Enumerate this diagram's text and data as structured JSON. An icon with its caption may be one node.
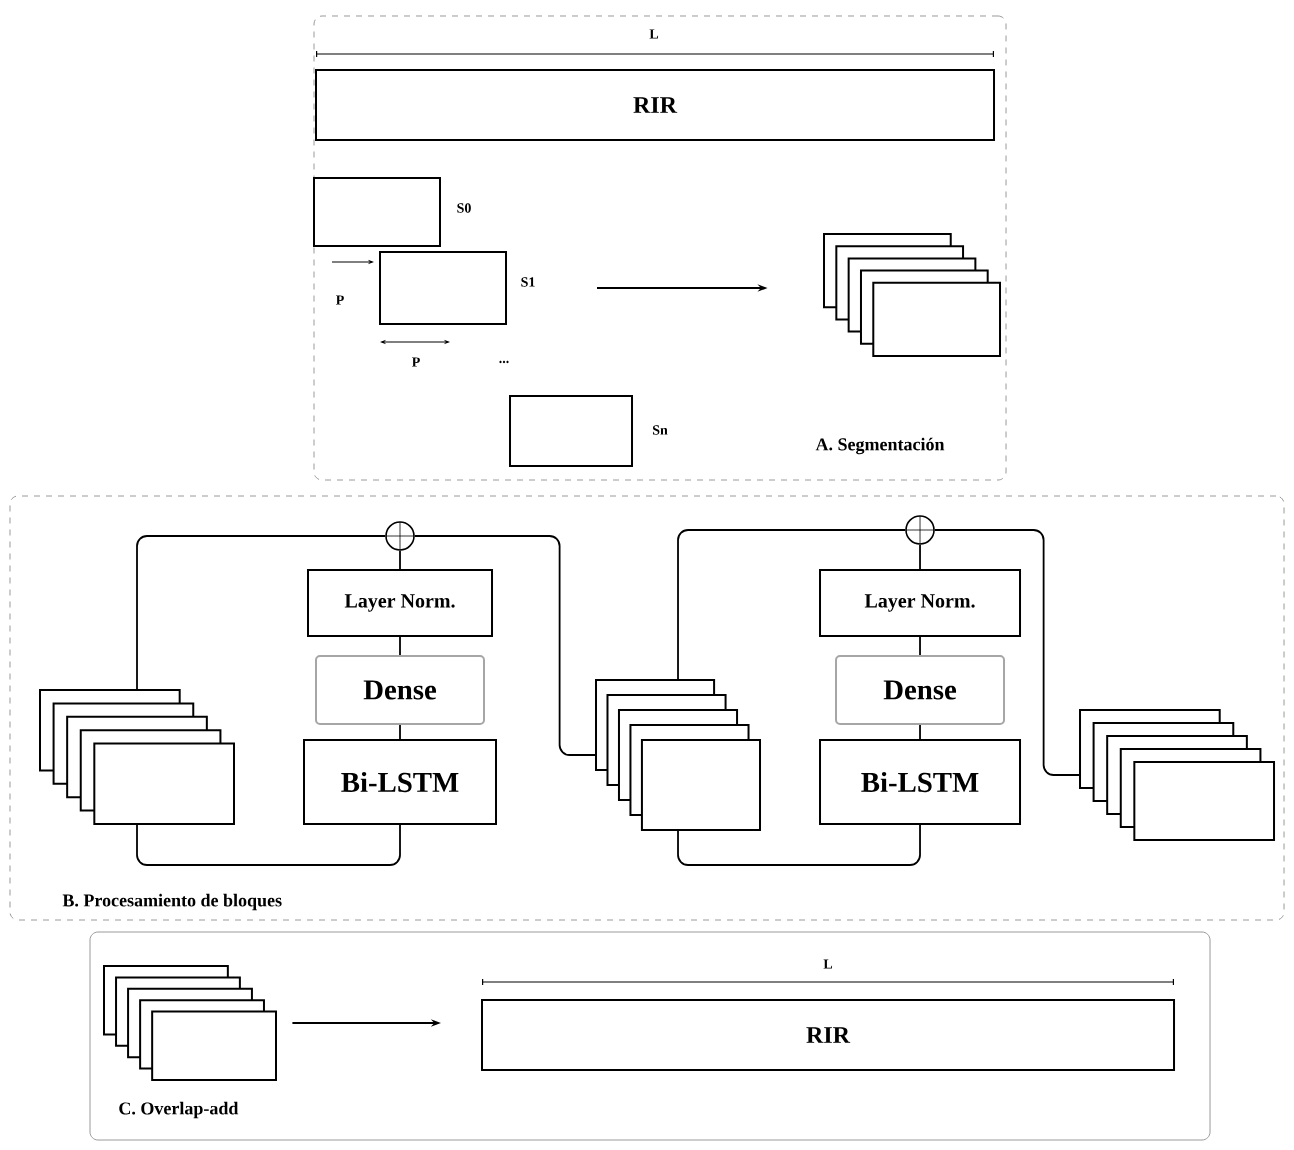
{
  "diagram": {
    "nodes": [
      {
        "text": [
          "A. Segmentación"
        ]
      },
      {
        "text": [
          "RIR"
        ],
        "in": 0
      },
      {
        "text": [],
        "shape": "box",
        "beside": [
          "S0"
        ],
        "in": 0
      },
      {
        "text": [],
        "shape": "box",
        "beside": [
          "S1"
        ],
        "in": 0
      },
      {
        "text": [],
        "shape": "box",
        "beside": [
          "Sn"
        ],
        "in": 0
      },
      {
        "text": [],
        "shape": "box",
        "in": 0
      },
      {
        "text": [
          "B. Procesamiento de bloques"
        ]
      },
      {
        "text": [],
        "shape": "box",
        "in": 6
      },
      {
        "text": [
          "Layer Norm."
        ],
        "in": 6
      },
      {
        "text": [
          "Dense"
        ],
        "in": 6
      },
      {
        "text": [
          "Bi-LSTM"
        ],
        "in": 6
      },
      {
        "text": [],
        "shape": "circle",
        "in": 6
      },
      {
        "text": [],
        "shape": "box",
        "in": 6
      },
      {
        "text": [
          "Layer Norm."
        ],
        "in": 6
      },
      {
        "text": [
          "Dense"
        ],
        "in": 6
      },
      {
        "text": [
          "Bi-LSTM"
        ],
        "in": 6
      },
      {
        "text": [],
        "shape": "circle",
        "in": 6
      },
      {
        "text": [],
        "shape": "box",
        "in": 6
      },
      {
        "text": [
          "C. Overlap-add"
        ]
      },
      {
        "text": [],
        "shape": "box",
        "in": 18
      },
      {
        "text": [
          "RIR"
        ],
        "in": 18
      }
    ],
    "edges": [
      {
        "from": 3,
        "to": 5,
        "arrow": "to"
      },
      {
        "from": 7,
        "to": 10,
        "arrow": "none"
      },
      {
        "from": 10,
        "to": 9,
        "arrow": "none"
      },
      {
        "from": 9,
        "to": 8,
        "arrow": "none"
      },
      {
        "from": 8,
        "to": 11,
        "arrow": "none"
      },
      {
        "from": 7,
        "to": 11,
        "arrow": "none"
      },
      {
        "from": 11,
        "to": 12,
        "arrow": "none"
      },
      {
        "from": 12,
        "to": 15,
        "arrow": "none"
      },
      {
        "from": 15,
        "to": 14,
        "arrow": "none"
      },
      {
        "from": 14,
        "to": 13,
        "arrow": "none"
      },
      {
        "from": 13,
        "to": 16,
        "arrow": "none"
      },
      {
        "from": 12,
        "to": 16,
        "arrow": "none"
      },
      {
        "from": 16,
        "to": 17,
        "arrow": "none"
      },
      {
        "from": 19,
        "to": 20,
        "arrow": "to"
      }
    ],
    "labels": [
      "L",
      "P",
      "P",
      "...",
      "L"
    ]
  }
}
